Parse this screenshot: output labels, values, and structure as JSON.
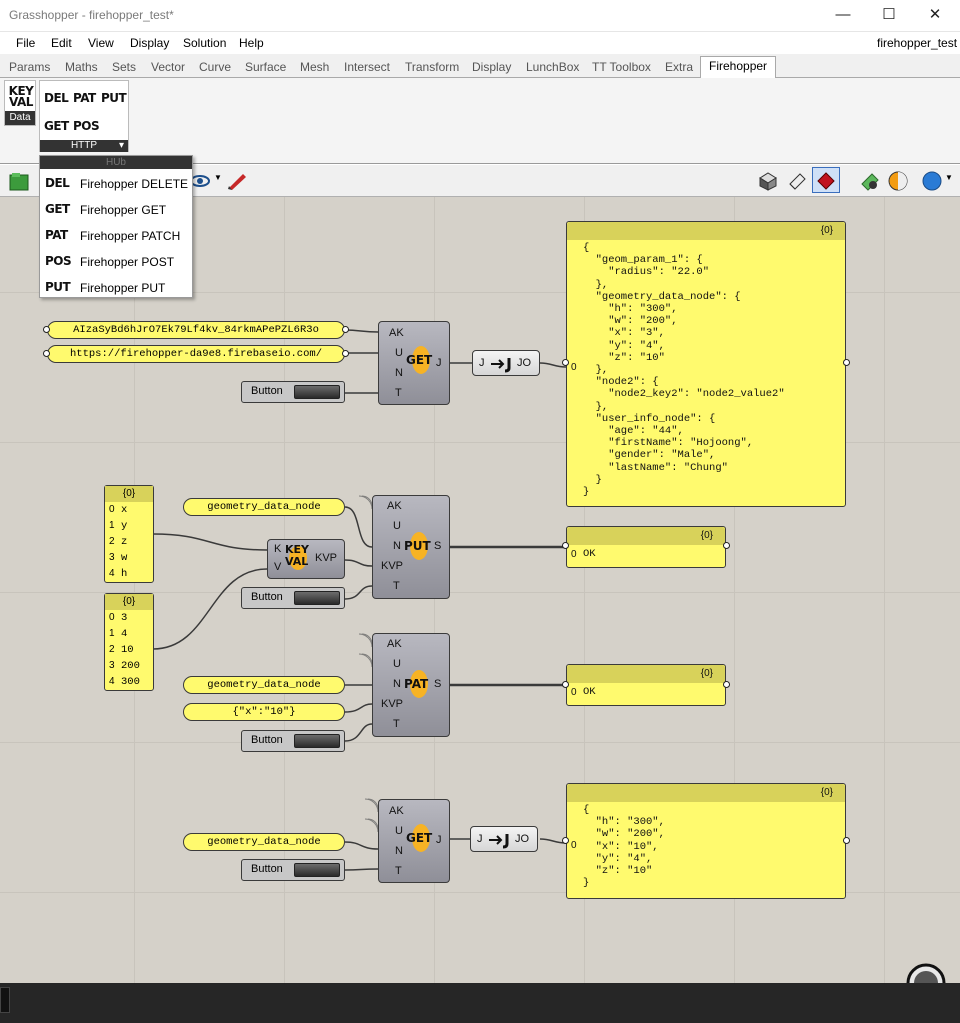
{
  "window": {
    "title": "Grasshopper - firehopper_test*",
    "minimize": "—",
    "maximize": "☐",
    "close": "✕"
  },
  "menubar": {
    "items": [
      "File",
      "Edit",
      "View",
      "Display",
      "Solution",
      "Help"
    ],
    "document_name": "firehopper_test"
  },
  "tabs": [
    "Params",
    "Maths",
    "Sets",
    "Vector",
    "Curve",
    "Surface",
    "Mesh",
    "Intersect",
    "Transform",
    "Display",
    "LunchBox",
    "TT Toolbox",
    "Extra",
    "Firehopper"
  ],
  "ribbon": {
    "data_group_label": "Data",
    "data_icon": {
      "line1": "KEY",
      "line2": "VAL"
    },
    "http_icons": [
      "DEL",
      "PAT",
      "PUT",
      "GET",
      "POS"
    ],
    "http_group_label": "HTTP"
  },
  "dropdown": {
    "header": "HUb",
    "items": [
      {
        "icon": "DEL",
        "label": "Firehopper DELETE"
      },
      {
        "icon": "GET",
        "label": "Firehopper GET"
      },
      {
        "icon": "PAT",
        "label": "Firehopper PATCH"
      },
      {
        "icon": "POS",
        "label": "Firehopper POST"
      },
      {
        "icon": "PUT",
        "label": "Firehopper PUT"
      }
    ]
  },
  "canvas": {
    "api_key": "AIzaSyBd6hJrO7Ek79Lf4kv_84rkmAPePZL6R3o",
    "url": "https://firehopper-da9e8.firebaseio.com/",
    "button_label": "Button",
    "node_name": "geometry_data_node",
    "patch_json": "{\"x\":\"10\"}",
    "tree_label": "{0}",
    "zero": "0",
    "ok": "OK",
    "get1_output": "{\n  \"geom_param_1\": {\n    \"radius\": \"22.0\"\n  },\n  \"geometry_data_node\": {\n    \"h\": \"300\",\n    \"w\": \"200\",\n    \"x\": \"3\",\n    \"y\": \"4\",\n    \"z\": \"10\"\n  },\n  \"node2\": {\n    \"node2_key2\": \"node2_value2\"\n  },\n  \"user_info_node\": {\n    \"age\": \"44\",\n    \"firstName\": \"Hojoong\",\n    \"gender\": \"Male\",\n    \"lastName\": \"Chung\"\n  }\n}",
    "get2_output": "{\n  \"h\": \"300\",\n  \"w\": \"200\",\n  \"x\": \"10\",\n  \"y\": \"4\",\n  \"z\": \"10\"\n}",
    "keys_list": [
      {
        "i": "0",
        "v": "x"
      },
      {
        "i": "1",
        "v": "y"
      },
      {
        "i": "2",
        "v": "z"
      },
      {
        "i": "3",
        "v": "w"
      },
      {
        "i": "4",
        "v": "h"
      }
    ],
    "values_list": [
      {
        "i": "0",
        "v": "3"
      },
      {
        "i": "1",
        "v": "4"
      },
      {
        "i": "2",
        "v": "10"
      },
      {
        "i": "3",
        "v": "200"
      },
      {
        "i": "4",
        "v": "300"
      }
    ],
    "ports": {
      "AK": "AK",
      "U": "U",
      "N": "N",
      "T": "T",
      "J": "J",
      "S": "S",
      "KVP": "KVP",
      "K": "K",
      "V": "V",
      "JO": "JO"
    },
    "comp_icons": {
      "get": "GET",
      "put": "PUT",
      "pat": "PAT",
      "key": "KEY",
      "val": "VAL"
    }
  }
}
